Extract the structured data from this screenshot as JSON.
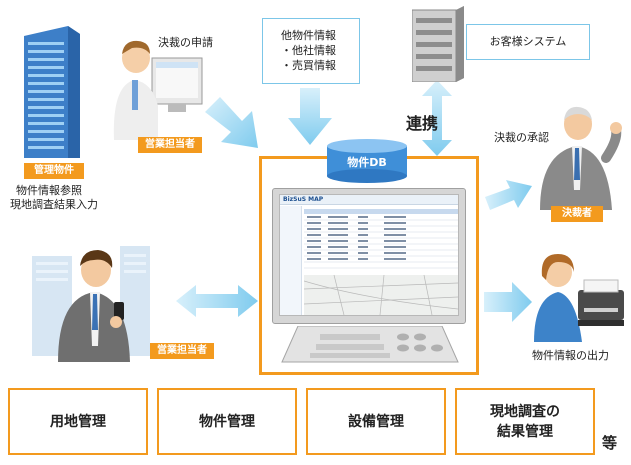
{
  "top": {
    "kessai_shinsei": "決裁の申請",
    "other_info_title": "他物件情報",
    "other_info_items": [
      "・他社情報",
      "・売買情報"
    ],
    "customer_system": "お客様システム",
    "renkei": "連携",
    "db_label": "物件DB"
  },
  "left": {
    "kanri_badge": "管理物件",
    "kanri_lines": [
      "物件情報参照",
      "現地調査結果入力"
    ],
    "sales_badge_top": "営業担当者",
    "sales_badge_bottom": "営業担当者"
  },
  "right": {
    "approval": "決裁の承認",
    "approver_badge": "決裁者",
    "output": "物件情報の出力"
  },
  "screen": {
    "app_title": "BizSuS MAP"
  },
  "bottom": {
    "boxes": [
      "用地管理",
      "物件管理",
      "設備管理",
      "現地調査の\n結果管理"
    ],
    "etc": "等"
  },
  "colors": {
    "accent_orange": "#f39a1e",
    "arrow_blue": "#8fd2f0",
    "db_blue": "#3f8fd8"
  }
}
